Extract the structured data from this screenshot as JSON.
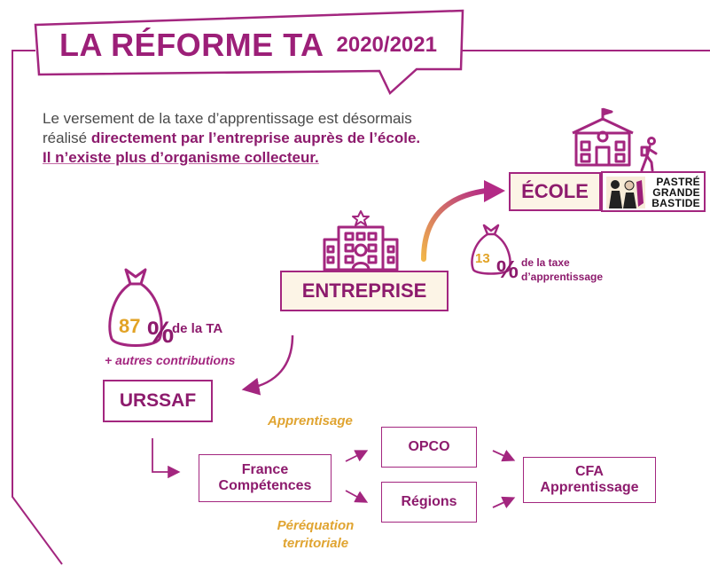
{
  "title": {
    "main": "LA RÉFORME TA",
    "year": "2020/2021"
  },
  "intro": {
    "line1": "Le versement de la taxe d’apprentissage est désormais",
    "line2_prefix": "réalisé ",
    "line2_bold": "directement par l’entreprise auprès de l’école.",
    "line3": "Il n’existe plus d’organisme collecteur."
  },
  "nodes": {
    "ecole": "ÉCOLE",
    "entreprise": "ENTREPRISE",
    "urssaf": "URSSAF",
    "france_competences": [
      "France",
      "Compétences"
    ],
    "opco": "OPCO",
    "regions": "Régions",
    "cfa": [
      "CFA",
      "Apprentissage"
    ]
  },
  "logo": {
    "lines": [
      "PASTRÉ",
      "GRANDE",
      "BASTIDE"
    ]
  },
  "shares": {
    "school": {
      "value": "13",
      "symbol": "%",
      "label_line1": "de la taxe",
      "label_line2": "d’apprentissage"
    },
    "urssaf": {
      "value": "87",
      "symbol": "%",
      "label": "de la TA",
      "extra": "+ autres contributions"
    }
  },
  "flow_labels": {
    "apprentisage": "Apprentisage",
    "perequation": [
      "Péréquation",
      "territoriale"
    ]
  },
  "colors": {
    "plum": "#a3267f",
    "gold": "#e2a326",
    "cream": "#fcf4e6",
    "grey_text": "#4a4a4a"
  },
  "icons": [
    "school-building-icon",
    "hiker-icon",
    "office-building-icon",
    "money-bag-icon"
  ]
}
